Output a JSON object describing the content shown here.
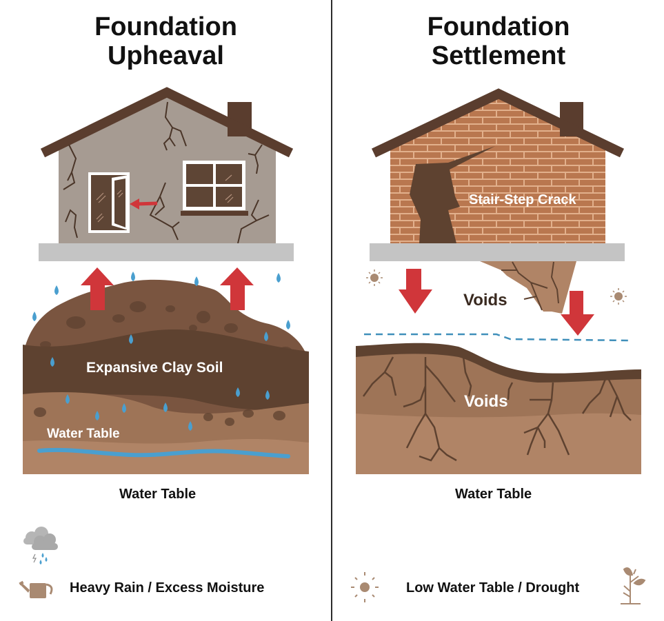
{
  "upheaval": {
    "title_line1": "Foundation",
    "title_line2": "Upheaval",
    "soil_label": "Expansive Clay Soil",
    "water_table_inline": "Water Table",
    "water_table_caption": "Water Table",
    "cause_label": "Heavy Rain / Excess Moisture",
    "icons": [
      "rain-cloud-icon",
      "watering-can-icon"
    ]
  },
  "settlement": {
    "title_line1": "Foundation",
    "title_line2": "Settlement",
    "crack_label": "Stair-Step Crack",
    "voids_label_upper": "Voids",
    "voids_label_lower": "Voids",
    "water_table_caption": "Water Table",
    "cause_label": "Low Water Table / Drought",
    "icons": [
      "sun-icon",
      "dry-plant-icon"
    ]
  },
  "colors": {
    "roof": "#5a3d2e",
    "stucco": "#a69b92",
    "brick": "#b9774f",
    "slab": "#c4c4c4",
    "arrow": "#d0363a",
    "water": "#4a9fcf",
    "soil_dark": "#6e4b35",
    "soil_mid": "#8a6246",
    "soil_light": "#b08466"
  }
}
